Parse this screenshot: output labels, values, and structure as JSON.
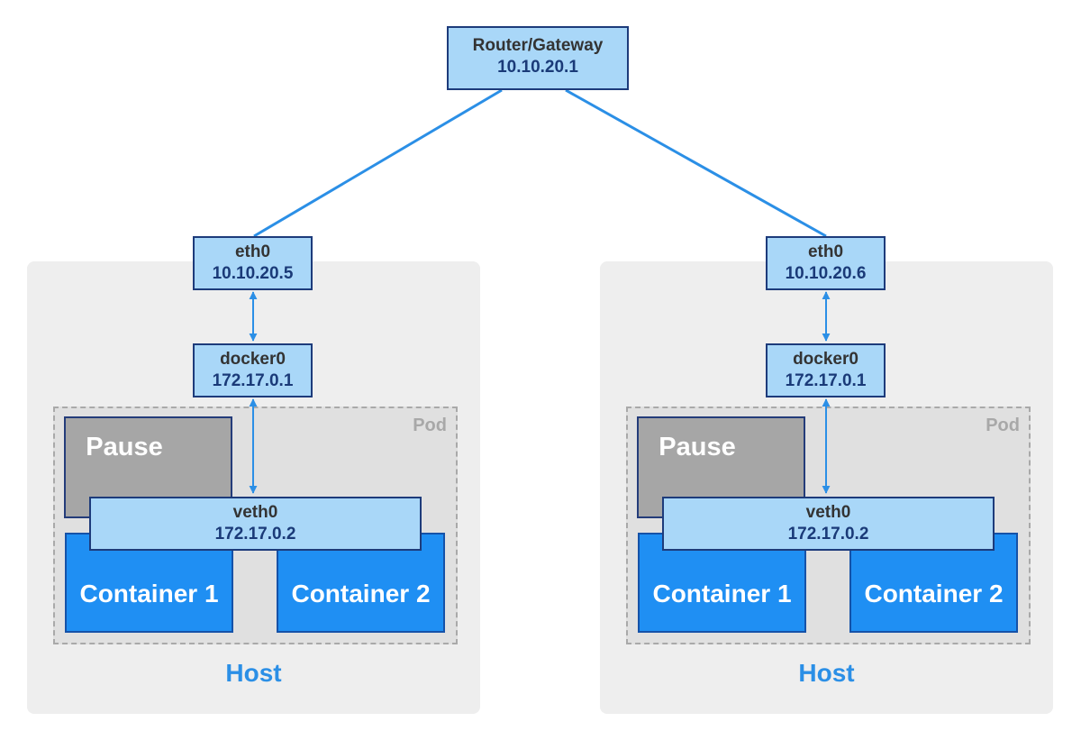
{
  "router": {
    "name": "Router/Gateway",
    "ip": "10.10.20.1"
  },
  "hosts": [
    {
      "label": "Host",
      "eth0": {
        "name": "eth0",
        "ip": "10.10.20.5"
      },
      "docker0": {
        "name": "docker0",
        "ip": "172.17.0.1"
      },
      "pod": {
        "label": "Pod",
        "pause": "Pause",
        "veth0": {
          "name": "veth0",
          "ip": "172.17.0.2"
        },
        "containers": [
          "Container 1",
          "Container 2"
        ]
      }
    },
    {
      "label": "Host",
      "eth0": {
        "name": "eth0",
        "ip": "10.10.20.6"
      },
      "docker0": {
        "name": "docker0",
        "ip": "172.17.0.1"
      },
      "pod": {
        "label": "Pod",
        "pause": "Pause",
        "veth0": {
          "name": "veth0",
          "ip": "172.17.0.2"
        },
        "containers": [
          "Container 1",
          "Container 2"
        ]
      }
    }
  ],
  "colors": {
    "link": "#2b8fe6",
    "nic_fill": "#a9d7f8",
    "container_fill": "#1f8ff3",
    "pause_fill": "#a6a6a6",
    "host_fill": "#eeeeee"
  }
}
